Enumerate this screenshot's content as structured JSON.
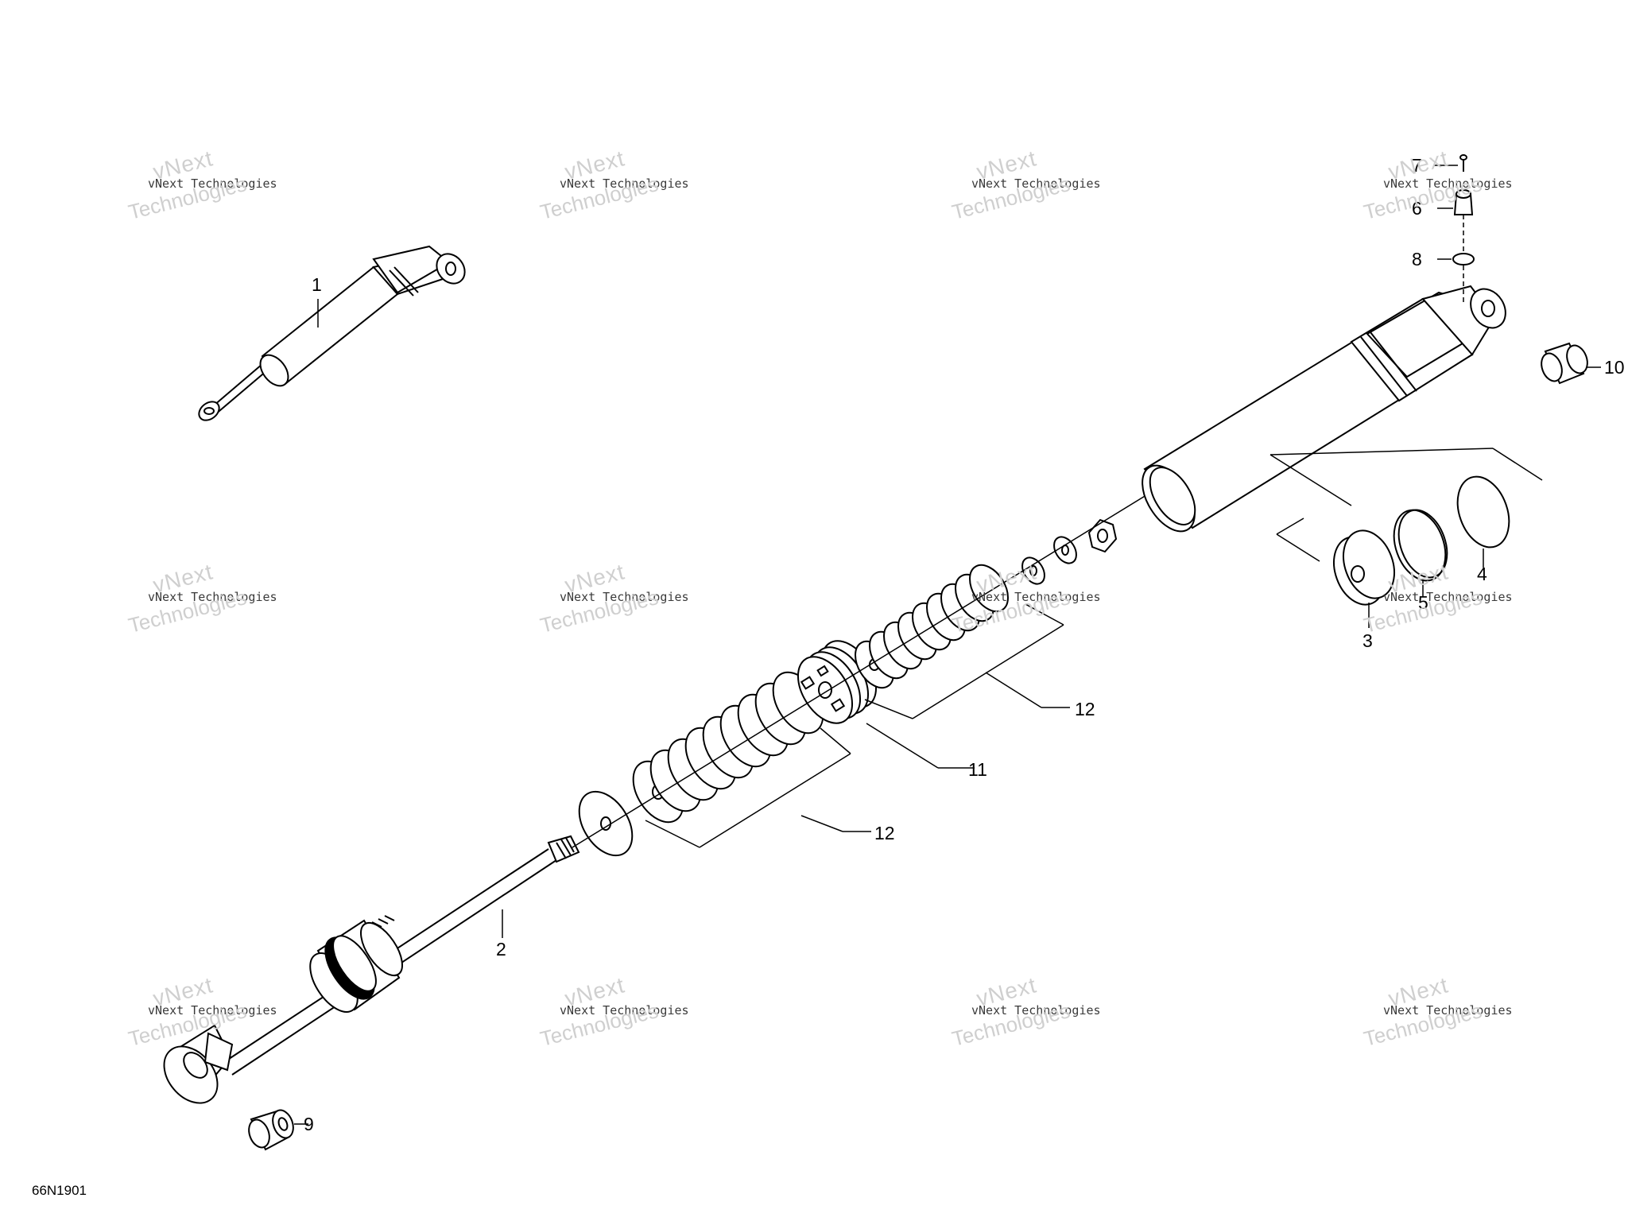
{
  "drawing_code": "66N1901",
  "watermark": "vNext Technologies",
  "callouts": [
    {
      "id": "1",
      "label": "1"
    },
    {
      "id": "2",
      "label": "2"
    },
    {
      "id": "3",
      "label": "3"
    },
    {
      "id": "4",
      "label": "4"
    },
    {
      "id": "5",
      "label": "5"
    },
    {
      "id": "6",
      "label": "6"
    },
    {
      "id": "7",
      "label": "7"
    },
    {
      "id": "8",
      "label": "8"
    },
    {
      "id": "9",
      "label": "9"
    },
    {
      "id": "10",
      "label": "10"
    },
    {
      "id": "11",
      "label": "11"
    },
    {
      "id": "12a",
      "label": "12"
    },
    {
      "id": "12b",
      "label": "12"
    }
  ]
}
